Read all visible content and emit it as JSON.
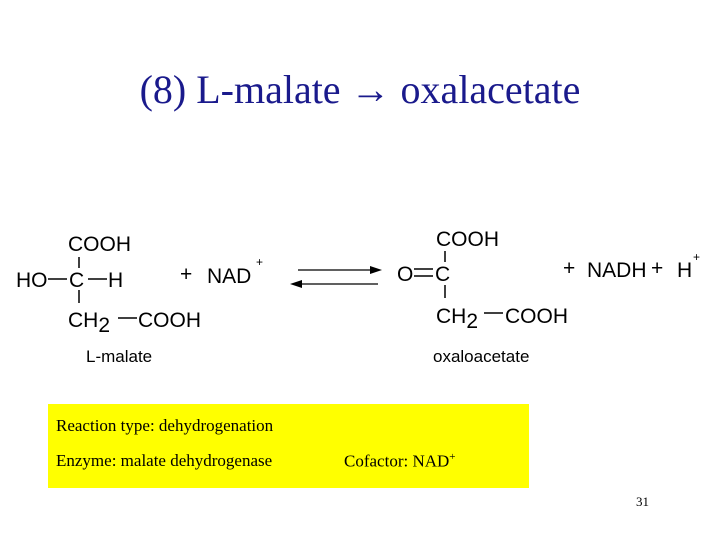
{
  "title": {
    "text": "(8) L-malate → oxalacetate"
  },
  "reactant": {
    "top_group": "COOH",
    "left_group": "HO",
    "center_atom": "C",
    "right_group": "H",
    "bottom_group_ch": "CH",
    "bottom_group_sub": "2",
    "bottom_group_tail": "COOH",
    "name": "L-malate"
  },
  "cofactor_in": {
    "plus": "+",
    "name": "NAD",
    "charge": "+"
  },
  "product": {
    "top_group": "COOH",
    "left_group": "O",
    "center_atom": "C",
    "bottom_group_ch": "CH",
    "bottom_group_sub": "2",
    "bottom_group_tail": "COOH",
    "name": "oxaloacetate"
  },
  "cofactor_out": {
    "plus1": "+",
    "nadh": "NADH",
    "plus2": "+",
    "proton": "H",
    "charge": "+"
  },
  "info": {
    "reaction_type": "Reaction type: dehydrogenation",
    "enzyme": "Enzyme: malate dehydrogenase",
    "cofactor_label": "Cofactor: NAD",
    "cofactor_charge": "+"
  },
  "colors": {
    "title": "#1a1a8c",
    "info_box": "#ffff00"
  },
  "page_number": "31"
}
